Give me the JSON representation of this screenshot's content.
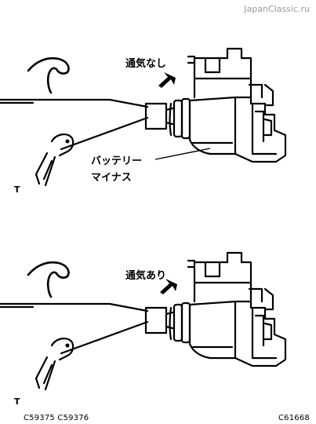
{
  "watermark": "JapanClassic.ru",
  "top_figure": {
    "vent_label": "通気なし",
    "battery_label": "バッテリー",
    "minus_label": "マイナス",
    "corner_mark": "T"
  },
  "bottom_figure": {
    "vent_label": "通気あり",
    "corner_mark": "T"
  },
  "codes": {
    "left": "C59375  C59376",
    "right": "C61668"
  }
}
